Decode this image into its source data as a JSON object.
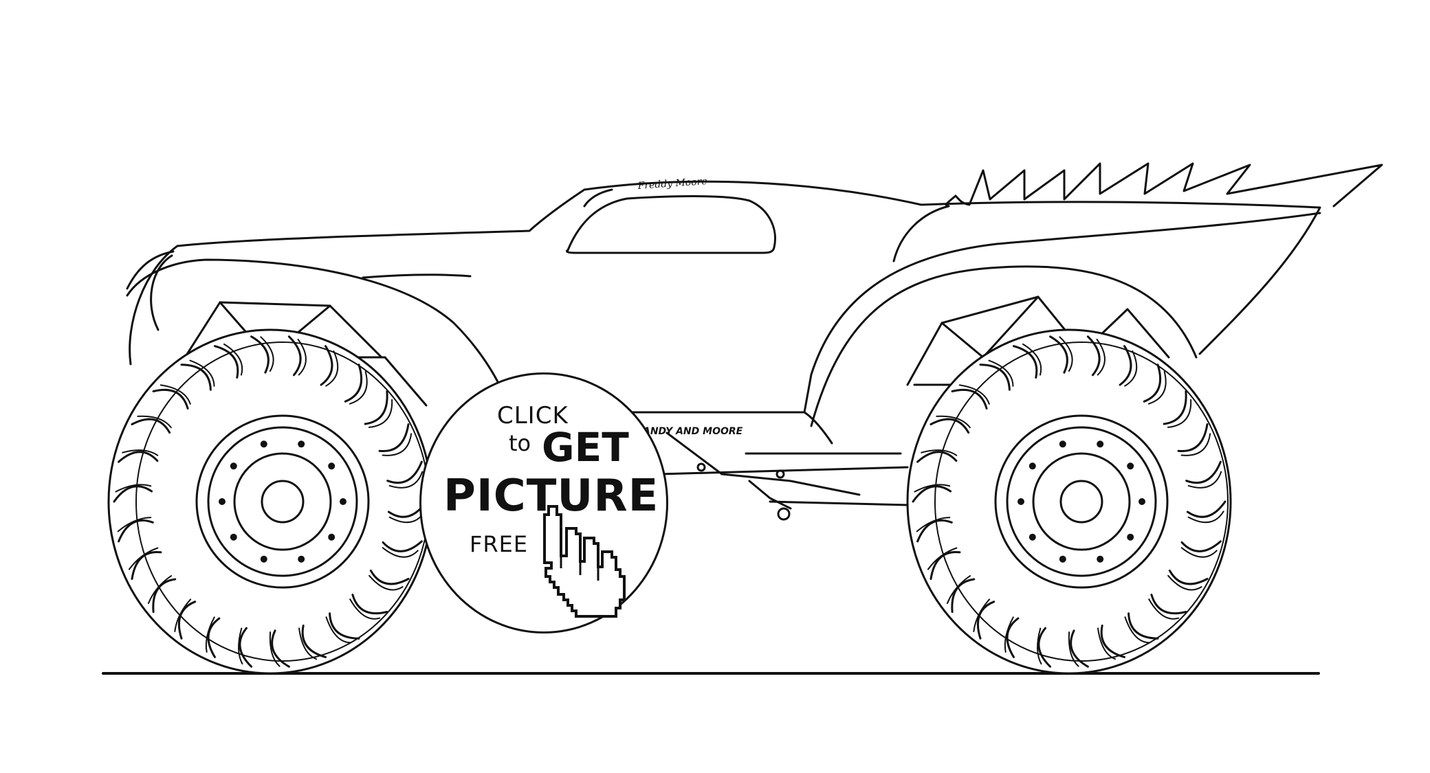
{
  "image": {
    "subject": "monster truck coloring page",
    "colors": {
      "background": "#ffffff",
      "line": "#111111"
    }
  },
  "truck": {
    "roof_script": "Freddy Moore",
    "side_lettering": "ANDY AND MOORE"
  },
  "cta": {
    "line1": "CLICK",
    "line2_small": "to",
    "line2_big": "GET",
    "line3": "PICTURE",
    "line4": "FREE",
    "icon": "pointer-hand-icon"
  }
}
